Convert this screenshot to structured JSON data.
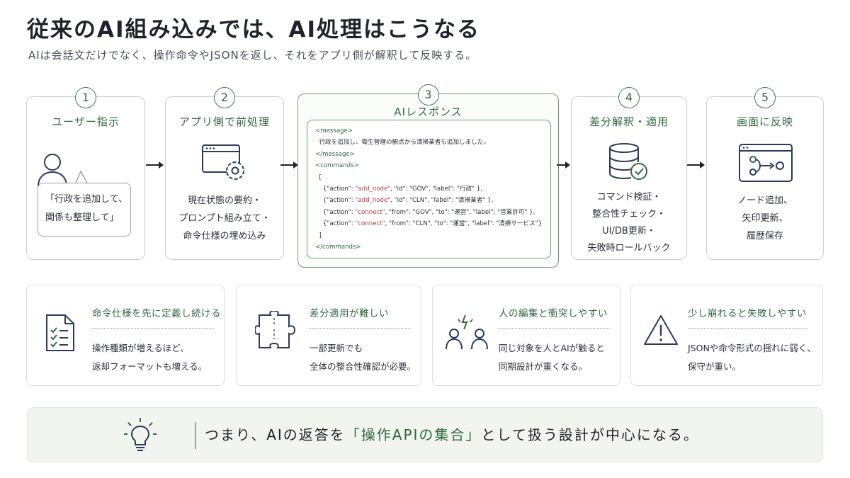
{
  "header": {
    "title": "従来のAI組み込みでは、AI処理はこうなる",
    "subtitle": "AIは会話文だけでなく、操作命令やJSONを返し、それをアプリ側が解釈して反映する。"
  },
  "steps": [
    {
      "number": "1",
      "title": "ユーザー指示",
      "bubble": "「行政を追加して、\n関係も整理して」",
      "icon": "user-icon"
    },
    {
      "number": "2",
      "title": "アプリ側で前処理",
      "body": "現在状態の要約・\nプロンプト組み立て・\n命令仕様の埋め込み",
      "icon": "settings-window-icon"
    },
    {
      "number": "3",
      "title": "AIレスポンス"
    },
    {
      "number": "4",
      "title": "差分解釈・適用",
      "body": "コマンド検証・\n整合性チェック・\nUI/DB更新・\n失敗時ロールバック",
      "icon": "database-check-icon"
    },
    {
      "number": "5",
      "title": "画面に反映",
      "body": "ノード追加、\n矢印更新、\n履歴保存",
      "icon": "screen-graph-icon"
    }
  ],
  "code": {
    "message_open": "<message>",
    "message_text": "  行政を追加し、衛生管理の観点から清掃業者も追加しました。",
    "message_close": "</message>",
    "commands_open": "<commands>",
    "bracket_open": "  [",
    "lines": [
      {
        "pre": "    {\"action\": ",
        "action": "\"add_node\"",
        "post": ", \"id\": \"GOV\", \"label\": \"行政\" },"
      },
      {
        "pre": "    {\"action\": ",
        "action": "\"add_node\"",
        "post": ", \"id\": \"CLN\", \"label\": \"清掃業者\" },"
      },
      {
        "pre": "    {\"action\": ",
        "action": "\"connect\"",
        "post": ", \"from\": \"GOV\", \"to\": \"運営\", \"label\": \"営業許可\" },"
      },
      {
        "pre": "    {\"action\": ",
        "action": "\"connect\"",
        "post": ", \"from\": \"CLN\", \"to\": \"運営\", \"label\": \"清掃サービス\"}"
      }
    ],
    "bracket_close": "  ]",
    "commands_close": "</commands>"
  },
  "issues": [
    {
      "title": "命令仕様を先に定義し続ける",
      "body": "操作種類が増えるほど、\n返却フォーマットも増える。",
      "icon": "checklist-document-icon"
    },
    {
      "title": "差分適用が難しい",
      "body": "一部更新でも\n全体の整合性確認が必要。",
      "icon": "puzzle-icon"
    },
    {
      "title": "人の編集と衝突しやすい",
      "body": "同じ対象を人とAIが触ると\n同期設計が重くなる。",
      "icon": "people-conflict-icon"
    },
    {
      "title": "少し崩れると失敗しやすい",
      "body": "JSONや命令形式の揺れに弱く、\n保守が重い。",
      "icon": "warning-icon"
    }
  ],
  "conclusion": {
    "prefix": "つまり、AIの返答を",
    "emphasis": "「操作APIの集合」",
    "suffix": "として扱う設計が中心になる。",
    "icon": "lightbulb-icon"
  },
  "colors": {
    "accent": "#2f6a3d",
    "code_string": "#b5393a",
    "border": "#c8cdd6",
    "conclusion_bg": "#f1f4ef"
  }
}
